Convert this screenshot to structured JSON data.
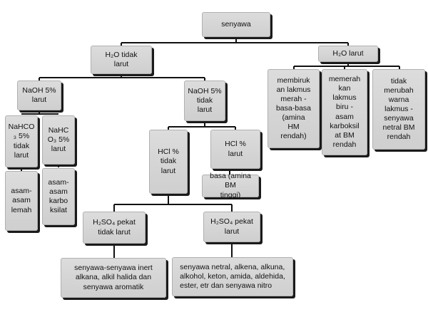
{
  "nodes": {
    "senyawa": "senyawa",
    "h2o_tidak_larut": "H₂O tidak\nlarut",
    "h2o_larut": "H₂O larut",
    "naoh5_larut": "NaOH 5%\nlarut",
    "naoh5_tidak_larut": "NaOH 5%\ntidak\nlarut",
    "nahco3_tidak_larut": "NaHCO\n₃ 5%\ntidak\nlarut",
    "nahco3_larut": "NaHC\nO₃ 5%\nlarut",
    "asam_lemah": "asam-\nasam\nlemah",
    "asam_karboksilat": "asam-\nasam\nkarbo\nksilat",
    "hcl_tidak_larut": "HCl %\ntidak\nlarut",
    "hcl_larut": "HCl %\nlarut",
    "basa_amina": "basa (amina BM\ntinggi)",
    "h2so4_tidak_larut": "H₂SO₄ pekat\ntidak larut",
    "h2so4_larut": "H₂SO₄ pekat\nlarut",
    "senyawa_inert": "senyawa-senyawa inert\nalkana, alkil halida dan\nsenyawa aromatik",
    "senyawa_netral": "senyawa netral, alkena, alkuna,\nalkohol, keton, amida, aldehida,\nester, etr dan senyawa nitro",
    "membiru": "membiruk\nan lakmus\nmerah -\nbasa-basa\n(amina\nHM\nrendah)",
    "memerah": "memerah\nkan\nlakmus\nbiru -\nasam\nkarboksil\nat BM\nrendah",
    "tidak_merubah": "tidak\nmerubah\nwarna\nlakmus -\nsenyawa\nnetral BM\nrendah"
  }
}
